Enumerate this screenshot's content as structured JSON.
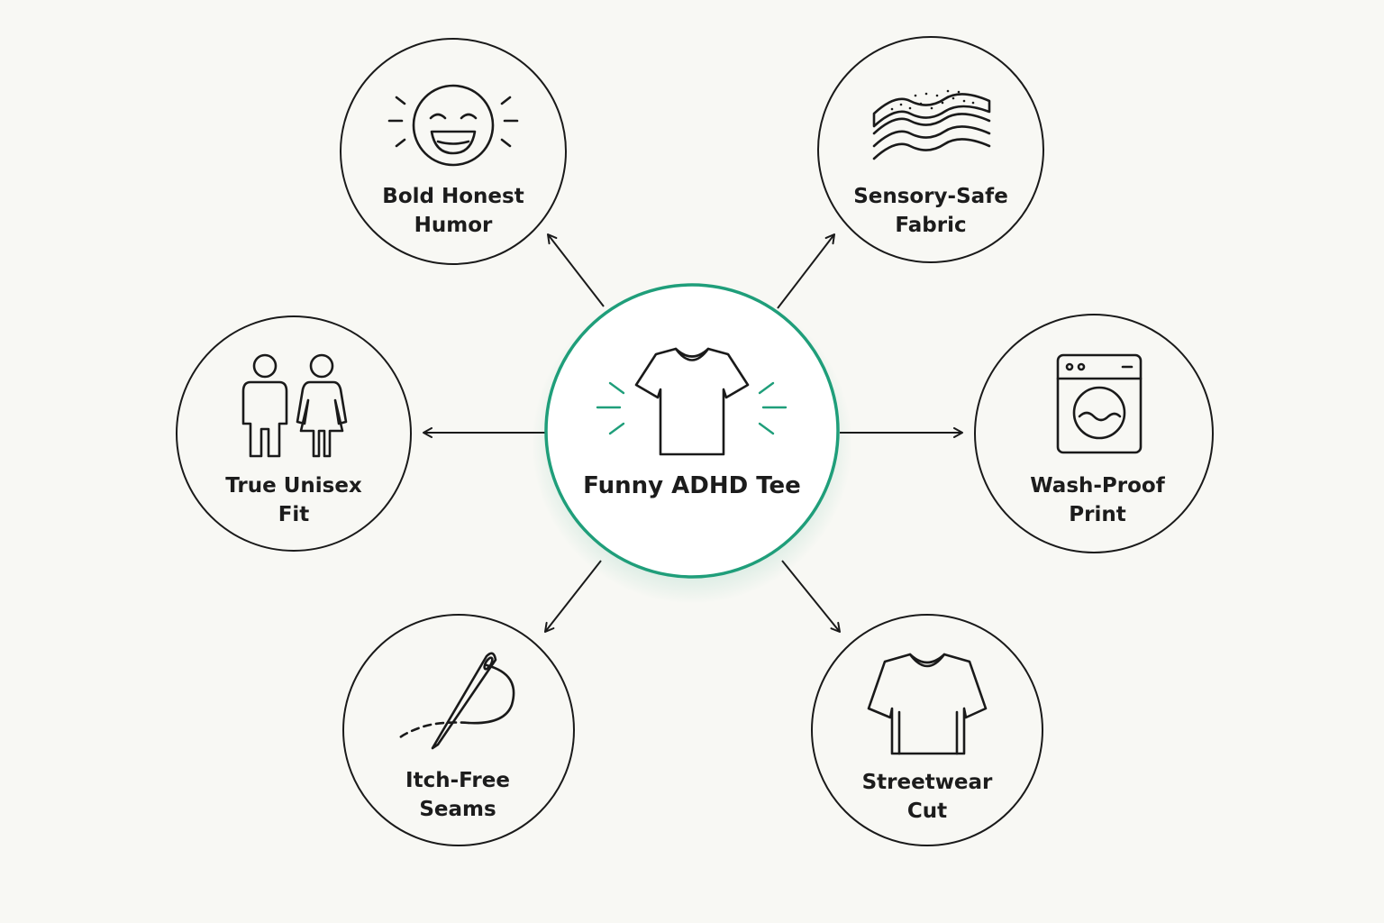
{
  "colors": {
    "background": "#f8f8f4",
    "stroke": "#1a1a1a",
    "accent": "#1f9e7a"
  },
  "center": {
    "title": "Funny ADHD Tee",
    "icon": "tshirt-icon"
  },
  "features": [
    {
      "id": "bold-honest-humor",
      "line1": "Bold Honest",
      "line2": "Humor",
      "icon": "laughing-face-icon"
    },
    {
      "id": "sensory-safe-fabric",
      "line1": "Sensory-Safe",
      "line2": "Fabric",
      "icon": "fabric-layers-icon"
    },
    {
      "id": "true-unisex-fit",
      "line1": "True Unisex",
      "line2": "Fit",
      "icon": "unisex-people-icon"
    },
    {
      "id": "wash-proof-print",
      "line1": "Wash-Proof",
      "line2": "Print",
      "icon": "washing-machine-icon"
    },
    {
      "id": "itch-free-seams",
      "line1": "Itch-Free",
      "line2": "Seams",
      "icon": "needle-thread-icon"
    },
    {
      "id": "streetwear-cut",
      "line1": "Streetwear",
      "line2": "Cut",
      "icon": "streetwear-shirt-icon"
    }
  ]
}
